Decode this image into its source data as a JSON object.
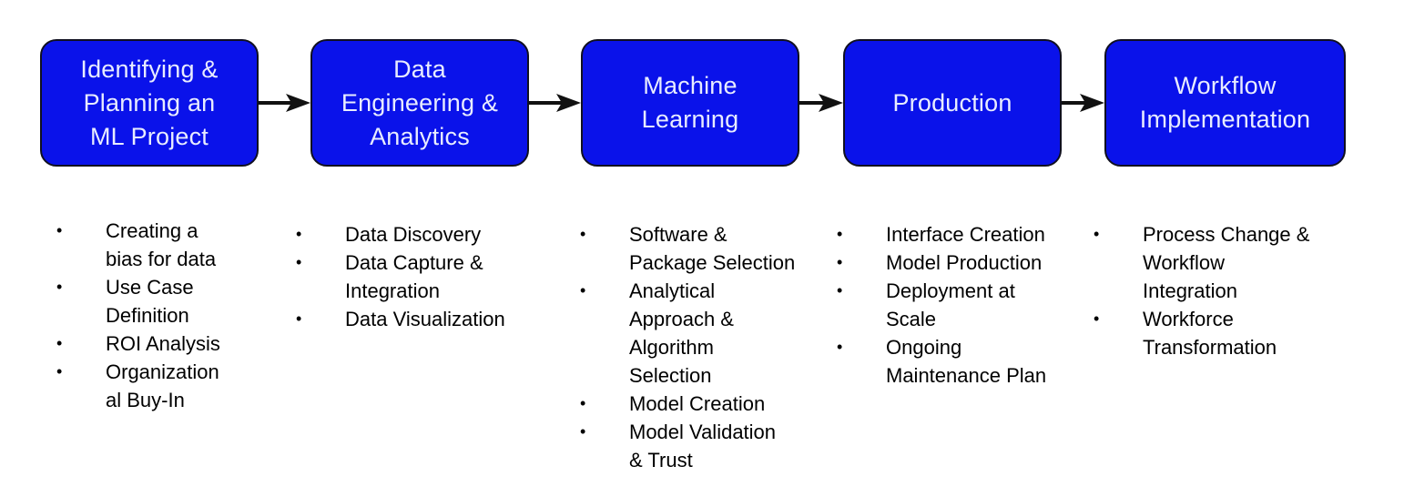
{
  "colors": {
    "box_fill": "#0a12ea",
    "box_text": "#e8ecff",
    "arrow": "#111111"
  },
  "stages": [
    {
      "label": "Identifying &\nPlanning an\nML Project",
      "items": [
        "Creating a\nbias for data",
        "Use Case\nDefinition",
        "ROI Analysis",
        "Organization\nal Buy-In"
      ]
    },
    {
      "label": "Data\nEngineering &\nAnalytics",
      "items": [
        "Data Discovery",
        "Data Capture &\nIntegration",
        "Data Visualization"
      ]
    },
    {
      "label": "Machine\nLearning",
      "items": [
        "Software &\nPackage Selection",
        "Analytical\nApproach &\nAlgorithm\nSelection",
        "Model Creation",
        "Model Validation\n& Trust"
      ]
    },
    {
      "label": "Production",
      "items": [
        "Interface Creation",
        "Model Production",
        "Deployment at\nScale",
        "Ongoing\nMaintenance Plan"
      ]
    },
    {
      "label": "Workflow\nImplementation",
      "items": [
        "Process Change &\nWorkflow\nIntegration",
        "Workforce\nTransformation"
      ]
    }
  ]
}
